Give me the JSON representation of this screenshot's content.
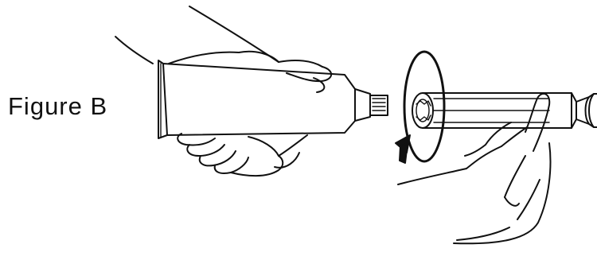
{
  "figure": {
    "label": "Figure B"
  },
  "illustration": {
    "left_item": "tube-held-in-hands",
    "right_item": "cartridge-tube-held-in-hand",
    "motion": "rotate-clockwise"
  }
}
